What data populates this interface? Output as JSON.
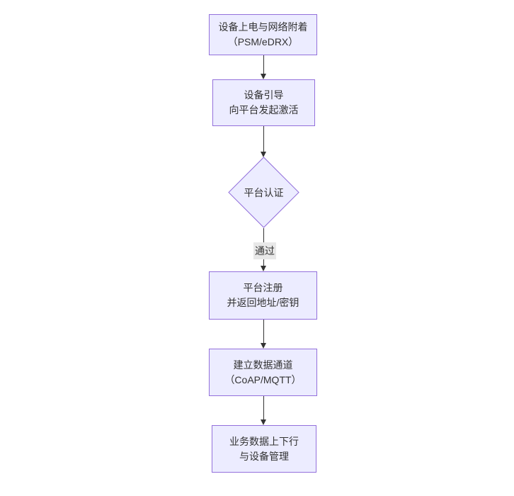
{
  "diagram": {
    "type": "flowchart",
    "direction": "top-down",
    "colors": {
      "canvas_bg": "#ffffff",
      "node_fill": "#ECECFF",
      "node_border": "#9370DB",
      "text_color": "#333333",
      "arrow_color": "#333333",
      "edge_label_bg": "#e8e8e8"
    },
    "nodes": [
      {
        "id": "power-attach",
        "type": "rect",
        "lines": [
          "设备上电与网络附着",
          "（PSM/eDRX）"
        ]
      },
      {
        "id": "bootstrap",
        "type": "rect",
        "lines": [
          "设备引导",
          "向平台发起激活"
        ]
      },
      {
        "id": "platform-auth",
        "type": "diamond",
        "lines": [
          "平台认证"
        ]
      },
      {
        "id": "register",
        "type": "rect",
        "lines": [
          "平台注册",
          "并返回地址/密钥"
        ]
      },
      {
        "id": "data-channel",
        "type": "rect",
        "lines": [
          "建立数据通道",
          "（CoAP/MQTT）"
        ]
      },
      {
        "id": "business",
        "type": "rect",
        "lines": [
          "业务数据上下行",
          "与设备管理"
        ]
      }
    ],
    "edges": [
      {
        "from": "power-attach",
        "to": "bootstrap",
        "label": ""
      },
      {
        "from": "bootstrap",
        "to": "platform-auth",
        "label": ""
      },
      {
        "from": "platform-auth",
        "to": "register",
        "label": "通过"
      },
      {
        "from": "register",
        "to": "data-channel",
        "label": ""
      },
      {
        "from": "data-channel",
        "to": "business",
        "label": ""
      }
    ]
  }
}
